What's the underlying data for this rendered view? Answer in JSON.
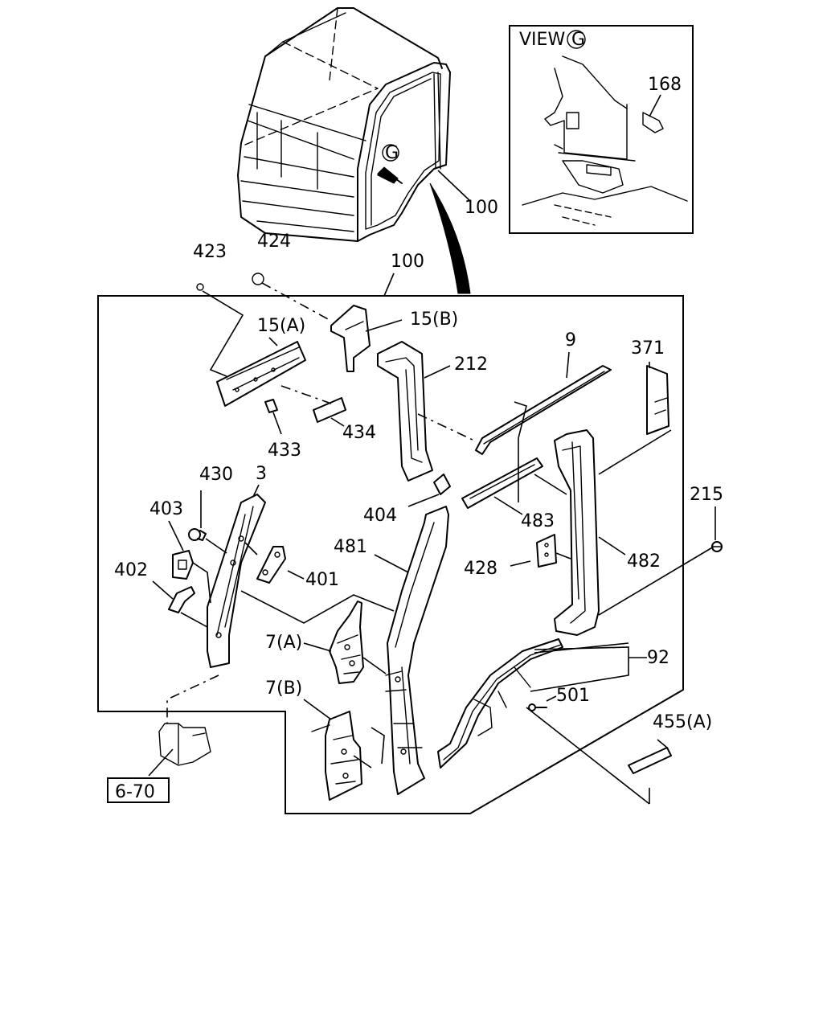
{
  "labels": {
    "view": "VIEW",
    "view_marker": "G",
    "inset_168": "168",
    "cab_100": "100",
    "frame_100": "100",
    "p423": "423",
    "p424": "424",
    "p15a": "15(A)",
    "p15b": "15(B)",
    "p212": "212",
    "p9": "9",
    "p371": "371",
    "p434": "434",
    "p433": "433",
    "p430": "430",
    "p3": "3",
    "p403": "403",
    "p402": "402",
    "p401": "401",
    "p404": "404",
    "p481": "481",
    "p483": "483",
    "p428": "428",
    "p482": "482",
    "p215": "215",
    "p7a": "7(A)",
    "p7b": "7(B)",
    "p92": "92",
    "p501": "501",
    "p455a": "455(A)",
    "ref_box": "6-70"
  }
}
